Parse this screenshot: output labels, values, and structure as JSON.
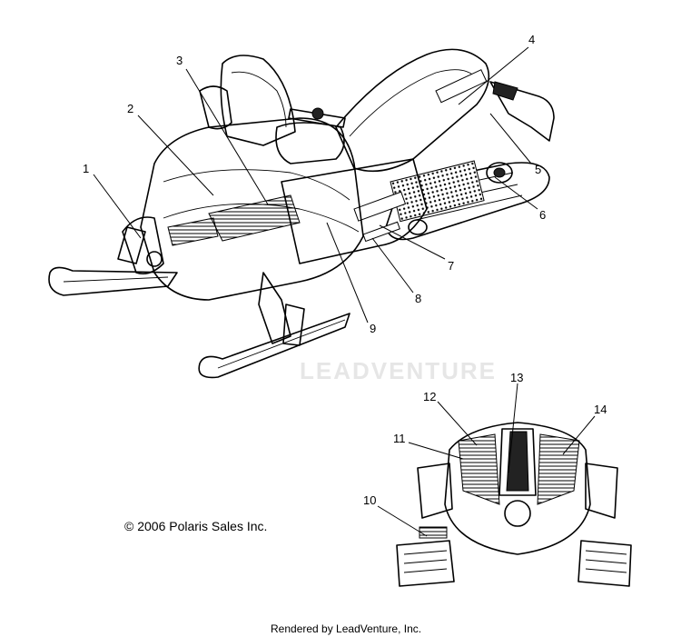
{
  "callouts": [
    {
      "num": "1"
    },
    {
      "num": "2"
    },
    {
      "num": "3"
    },
    {
      "num": "4"
    },
    {
      "num": "5"
    },
    {
      "num": "6"
    },
    {
      "num": "7"
    },
    {
      "num": "8"
    },
    {
      "num": "9"
    },
    {
      "num": "10"
    },
    {
      "num": "11"
    },
    {
      "num": "12"
    },
    {
      "num": "13"
    },
    {
      "num": "14"
    }
  ],
  "copyright": "© 2006 Polaris Sales Inc.",
  "footer": "Rendered by LeadVenture, Inc.",
  "watermark": "LEADVENTURE"
}
